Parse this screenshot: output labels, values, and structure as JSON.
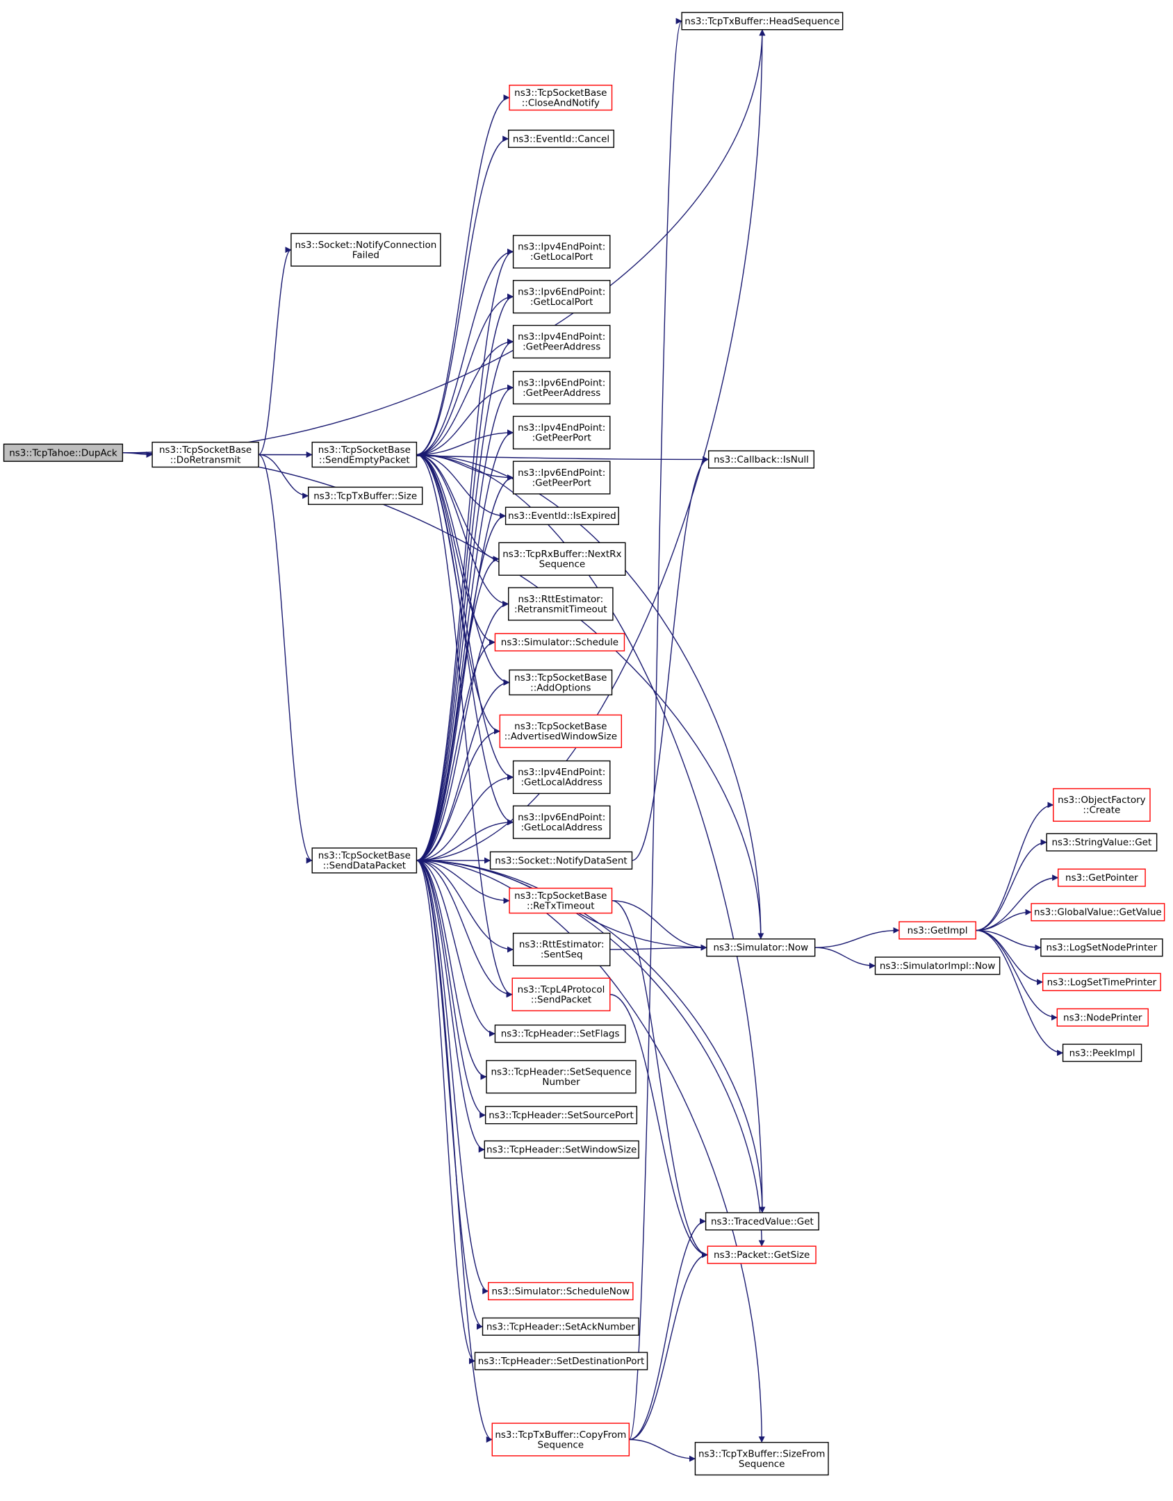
{
  "colors": {
    "edge": "#191970",
    "node_border": "#000000",
    "node_border_truncated": "#ff0000",
    "root_fill": "#bfbfbf",
    "background": "#ffffff"
  },
  "nodes": [
    {
      "id": "dupack",
      "lines": [
        "ns3::TcpTahoe::DupAck"
      ],
      "style": "root"
    },
    {
      "id": "doretransmit",
      "lines": [
        "ns3::TcpSocketBase",
        "::DoRetransmit"
      ],
      "style": "normal"
    },
    {
      "id": "notifyconnfailed",
      "lines": [
        "ns3::Socket::NotifyConnection",
        "Failed"
      ],
      "style": "normal"
    },
    {
      "id": "sendempty",
      "lines": [
        "ns3::TcpSocketBase",
        "::SendEmptyPacket"
      ],
      "style": "normal"
    },
    {
      "id": "txsize",
      "lines": [
        "ns3::TcpTxBuffer::Size"
      ],
      "style": "normal"
    },
    {
      "id": "senddata",
      "lines": [
        "ns3::TcpSocketBase",
        "::SendDataPacket"
      ],
      "style": "normal"
    },
    {
      "id": "headseq",
      "lines": [
        "ns3::TcpTxBuffer::HeadSequence"
      ],
      "style": "normal"
    },
    {
      "id": "closenotify",
      "lines": [
        "ns3::TcpSocketBase",
        "::CloseAndNotify"
      ],
      "style": "red"
    },
    {
      "id": "eventcancel",
      "lines": [
        "ns3::EventId::Cancel"
      ],
      "style": "normal"
    },
    {
      "id": "ip4localport",
      "lines": [
        "ns3::Ipv4EndPoint:",
        ":GetLocalPort"
      ],
      "style": "normal"
    },
    {
      "id": "ip6localport",
      "lines": [
        "ns3::Ipv6EndPoint:",
        ":GetLocalPort"
      ],
      "style": "normal"
    },
    {
      "id": "ip4peeraddr",
      "lines": [
        "ns3::Ipv4EndPoint:",
        ":GetPeerAddress"
      ],
      "style": "normal"
    },
    {
      "id": "ip6peeraddr",
      "lines": [
        "ns3::Ipv6EndPoint:",
        ":GetPeerAddress"
      ],
      "style": "normal"
    },
    {
      "id": "ip4peerport",
      "lines": [
        "ns3::Ipv4EndPoint:",
        ":GetPeerPort"
      ],
      "style": "normal"
    },
    {
      "id": "ip6peerport",
      "lines": [
        "ns3::Ipv6EndPoint:",
        ":GetPeerPort"
      ],
      "style": "normal"
    },
    {
      "id": "isexpired",
      "lines": [
        "ns3::EventId::IsExpired"
      ],
      "style": "normal"
    },
    {
      "id": "nextrx",
      "lines": [
        "ns3::TcpRxBuffer::NextRx",
        "Sequence"
      ],
      "style": "normal"
    },
    {
      "id": "retxtimeout",
      "lines": [
        "ns3::RttEstimator:",
        ":RetransmitTimeout"
      ],
      "style": "normal"
    },
    {
      "id": "schedule",
      "lines": [
        "ns3::Simulator::Schedule"
      ],
      "style": "red"
    },
    {
      "id": "addoptions",
      "lines": [
        "ns3::TcpSocketBase",
        "::AddOptions"
      ],
      "style": "normal"
    },
    {
      "id": "advwin",
      "lines": [
        "ns3::TcpSocketBase",
        "::AdvertisedWindowSize"
      ],
      "style": "red"
    },
    {
      "id": "ip4localaddr",
      "lines": [
        "ns3::Ipv4EndPoint:",
        ":GetLocalAddress"
      ],
      "style": "normal"
    },
    {
      "id": "ip6localaddr",
      "lines": [
        "ns3::Ipv6EndPoint:",
        ":GetLocalAddress"
      ],
      "style": "normal"
    },
    {
      "id": "notifydatasent",
      "lines": [
        "ns3::Socket::NotifyDataSent"
      ],
      "style": "normal"
    },
    {
      "id": "retxto",
      "lines": [
        "ns3::TcpSocketBase",
        "::ReTxTimeout"
      ],
      "style": "red"
    },
    {
      "id": "sentseq",
      "lines": [
        "ns3::RttEstimator:",
        ":SentSeq"
      ],
      "style": "normal"
    },
    {
      "id": "l4send",
      "lines": [
        "ns3::TcpL4Protocol",
        "::SendPacket"
      ],
      "style": "red"
    },
    {
      "id": "setflags",
      "lines": [
        "ns3::TcpHeader::SetFlags"
      ],
      "style": "normal"
    },
    {
      "id": "setseqnum",
      "lines": [
        "ns3::TcpHeader::SetSequence",
        "Number"
      ],
      "style": "normal"
    },
    {
      "id": "setsrcport",
      "lines": [
        "ns3::TcpHeader::SetSourcePort"
      ],
      "style": "normal"
    },
    {
      "id": "setwinsize",
      "lines": [
        "ns3::TcpHeader::SetWindowSize"
      ],
      "style": "normal"
    },
    {
      "id": "schednow",
      "lines": [
        "ns3::Simulator::ScheduleNow"
      ],
      "style": "red"
    },
    {
      "id": "setacknum",
      "lines": [
        "ns3::TcpHeader::SetAckNumber"
      ],
      "style": "normal"
    },
    {
      "id": "setdstport",
      "lines": [
        "ns3::TcpHeader::SetDestinationPort"
      ],
      "style": "normal"
    },
    {
      "id": "copyfromseq",
      "lines": [
        "ns3::TcpTxBuffer::CopyFrom",
        "Sequence"
      ],
      "style": "red"
    },
    {
      "id": "isnull",
      "lines": [
        "ns3::Callback::IsNull"
      ],
      "style": "normal"
    },
    {
      "id": "simnow",
      "lines": [
        "ns3::Simulator::Now"
      ],
      "style": "normal"
    },
    {
      "id": "tracedget",
      "lines": [
        "ns3::TracedValue::Get"
      ],
      "style": "normal"
    },
    {
      "id": "pktsize",
      "lines": [
        "ns3::Packet::GetSize"
      ],
      "style": "red"
    },
    {
      "id": "sizefromseq",
      "lines": [
        "ns3::TcpTxBuffer::SizeFrom",
        "Sequence"
      ],
      "style": "normal"
    },
    {
      "id": "getimpl",
      "lines": [
        "ns3::GetImpl"
      ],
      "style": "red"
    },
    {
      "id": "implnow",
      "lines": [
        "ns3::SimulatorImpl::Now"
      ],
      "style": "normal"
    },
    {
      "id": "objfactory",
      "lines": [
        "ns3::ObjectFactory",
        "::Create"
      ],
      "style": "red"
    },
    {
      "id": "strvalget",
      "lines": [
        "ns3::StringValue::Get"
      ],
      "style": "normal"
    },
    {
      "id": "getpointer",
      "lines": [
        "ns3::GetPointer"
      ],
      "style": "red"
    },
    {
      "id": "globalval",
      "lines": [
        "ns3::GlobalValue::GetValue"
      ],
      "style": "red"
    },
    {
      "id": "lognodeprinter",
      "lines": [
        "ns3::LogSetNodePrinter"
      ],
      "style": "normal"
    },
    {
      "id": "logtimeprinter",
      "lines": [
        "ns3::LogSetTimePrinter"
      ],
      "style": "red"
    },
    {
      "id": "nodeprinter",
      "lines": [
        "ns3::NodePrinter"
      ],
      "style": "red"
    },
    {
      "id": "peekimpl",
      "lines": [
        "ns3::PeekImpl"
      ],
      "style": "normal"
    }
  ],
  "edges": [
    [
      "dupack",
      "doretransmit"
    ],
    [
      "dupack",
      "headseq"
    ],
    [
      "dupack",
      "simnow"
    ],
    [
      "doretransmit",
      "notifyconnfailed"
    ],
    [
      "doretransmit",
      "sendempty"
    ],
    [
      "doretransmit",
      "txsize"
    ],
    [
      "doretransmit",
      "senddata"
    ],
    [
      "doretransmit",
      "isnull"
    ],
    [
      "sendempty",
      "closenotify"
    ],
    [
      "sendempty",
      "eventcancel"
    ],
    [
      "sendempty",
      "ip4localport"
    ],
    [
      "sendempty",
      "ip6localport"
    ],
    [
      "sendempty",
      "ip4peeraddr"
    ],
    [
      "sendempty",
      "ip6peeraddr"
    ],
    [
      "sendempty",
      "ip4peerport"
    ],
    [
      "sendempty",
      "ip6peerport"
    ],
    [
      "sendempty",
      "isexpired"
    ],
    [
      "sendempty",
      "nextrx"
    ],
    [
      "sendempty",
      "retxtimeout"
    ],
    [
      "sendempty",
      "schedule"
    ],
    [
      "sendempty",
      "addoptions"
    ],
    [
      "sendempty",
      "advwin"
    ],
    [
      "sendempty",
      "ip4localaddr"
    ],
    [
      "sendempty",
      "ip6localaddr"
    ],
    [
      "sendempty",
      "l4send"
    ],
    [
      "sendempty",
      "simnow"
    ],
    [
      "sendempty",
      "tracedget"
    ],
    [
      "senddata",
      "headseq"
    ],
    [
      "senddata",
      "ip4localport"
    ],
    [
      "senddata",
      "ip6localport"
    ],
    [
      "senddata",
      "ip4peeraddr"
    ],
    [
      "senddata",
      "ip6peeraddr"
    ],
    [
      "senddata",
      "ip4peerport"
    ],
    [
      "senddata",
      "ip6peerport"
    ],
    [
      "senddata",
      "isexpired"
    ],
    [
      "senddata",
      "nextrx"
    ],
    [
      "senddata",
      "retxtimeout"
    ],
    [
      "senddata",
      "schedule"
    ],
    [
      "senddata",
      "addoptions"
    ],
    [
      "senddata",
      "advwin"
    ],
    [
      "senddata",
      "ip4localaddr"
    ],
    [
      "senddata",
      "ip6localaddr"
    ],
    [
      "senddata",
      "notifydatasent"
    ],
    [
      "senddata",
      "retxto"
    ],
    [
      "senddata",
      "sentseq"
    ],
    [
      "senddata",
      "l4send"
    ],
    [
      "senddata",
      "setflags"
    ],
    [
      "senddata",
      "setseqnum"
    ],
    [
      "senddata",
      "setsrcport"
    ],
    [
      "senddata",
      "setwinsize"
    ],
    [
      "senddata",
      "simnow"
    ],
    [
      "senddata",
      "tracedget"
    ],
    [
      "senddata",
      "pktsize"
    ],
    [
      "senddata",
      "schednow"
    ],
    [
      "senddata",
      "setacknum"
    ],
    [
      "senddata",
      "setdstport"
    ],
    [
      "senddata",
      "copyfromseq"
    ],
    [
      "senddata",
      "sizefromseq"
    ],
    [
      "notifydatasent",
      "isnull"
    ],
    [
      "retxto",
      "simnow"
    ],
    [
      "retxto",
      "pktsize"
    ],
    [
      "sentseq",
      "simnow"
    ],
    [
      "l4send",
      "pktsize"
    ],
    [
      "copyfromseq",
      "headseq"
    ],
    [
      "copyfromseq",
      "sizefromseq"
    ],
    [
      "copyfromseq",
      "tracedget"
    ],
    [
      "copyfromseq",
      "pktsize"
    ],
    [
      "simnow",
      "getimpl"
    ],
    [
      "simnow",
      "implnow"
    ],
    [
      "getimpl",
      "objfactory"
    ],
    [
      "getimpl",
      "strvalget"
    ],
    [
      "getimpl",
      "getpointer"
    ],
    [
      "getimpl",
      "globalval"
    ],
    [
      "getimpl",
      "lognodeprinter"
    ],
    [
      "getimpl",
      "logtimeprinter"
    ],
    [
      "getimpl",
      "nodeprinter"
    ],
    [
      "getimpl",
      "peekimpl"
    ]
  ]
}
